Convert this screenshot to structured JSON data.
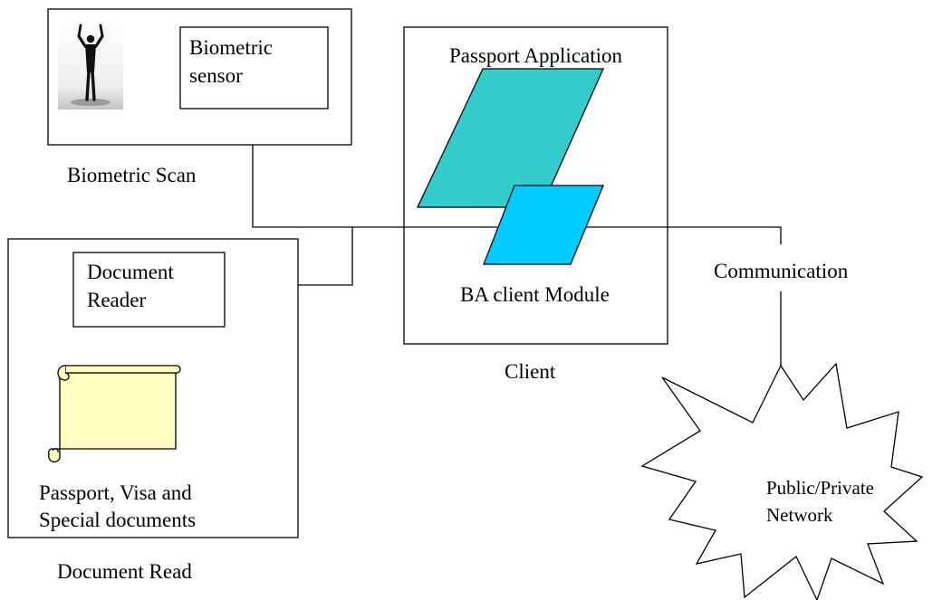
{
  "colors": {
    "passport_application_fill": "#33cccc",
    "ba_client_module_fill": "#00ccff",
    "document_fill": "#ffffc0",
    "line": "#000000"
  },
  "biometric_scan": {
    "group_label": "Biometric Scan",
    "sensor_label_line1": "Biometric",
    "sensor_label_line2": "sensor",
    "person_image": "person-silhouette-icon"
  },
  "document_read": {
    "group_label": "Document Read",
    "reader_label_line1": "Document",
    "reader_label_line2": "Reader",
    "documents_line1": "Passport, Visa and",
    "documents_line2": "Special documents",
    "documents_icon": "scroll-icon"
  },
  "client": {
    "group_label": "Client",
    "passport_application_label": "Passport Application",
    "ba_client_module_label": "BA client Module"
  },
  "communication": {
    "label": "Communication"
  },
  "network": {
    "label_line1": "Public/Private",
    "label_line2": "Network",
    "shape_icon": "starburst-icon"
  }
}
